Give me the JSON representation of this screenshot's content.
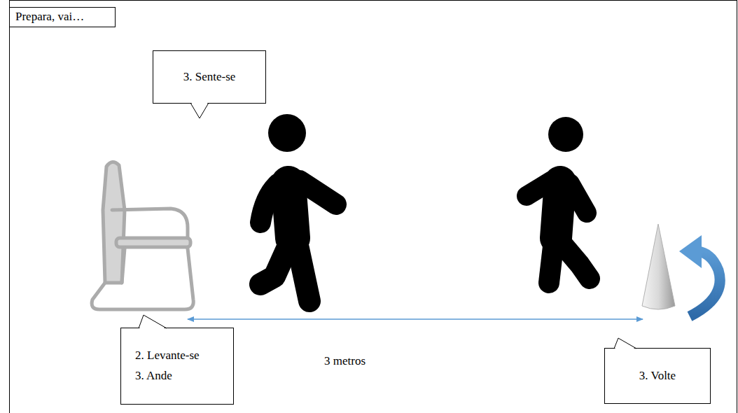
{
  "diagram": {
    "nodes": [
      {
        "text": [
          "Prepara, vai…"
        ]
      },
      {
        "text": [
          "3. Sente-se"
        ]
      },
      {
        "text": [
          "2. Levante-se",
          "3. Ande"
        ]
      },
      {
        "text": [
          "3. Volte"
        ]
      }
    ],
    "labels": [
      "3 metros"
    ]
  }
}
